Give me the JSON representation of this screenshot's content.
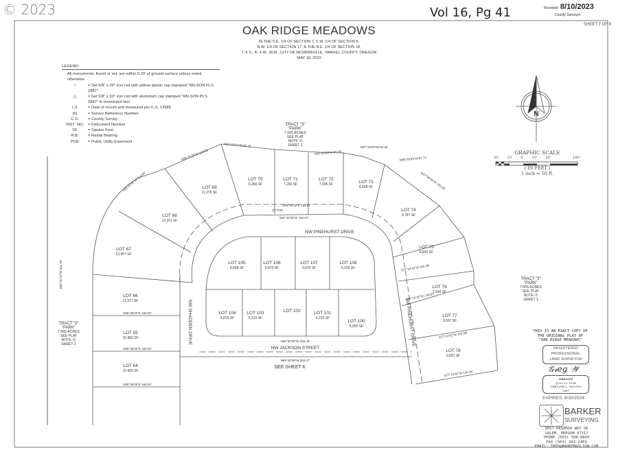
{
  "header": {
    "copyright": "© 2023",
    "volume_page": "Vol 16, Pg 41",
    "received_label": "Received",
    "received_date": "8/10/2023",
    "county_surveyor": "County Surveyor",
    "sheet": "SHEET 7 OF 9",
    "title": "OAK RIDGE MEADOWS",
    "subtitle_lines": [
      "IN THE S.E. 1/4 OF SECTION 7, S.W. 1/4 OF SECTION 8,",
      "N.W. 1/4 OF SECTION 17, & THE N.E. 1/4 OF SECTION 18,",
      "T. 4 S., R. 4 W., W.M., CITY OF MCMINNVILLE, YAMHILL COUNTY, OREGON",
      "MAY 18, 2023"
    ]
  },
  "legend": {
    "heading": "LEGEND:",
    "note": "All monuments, found or set, are within 0.20' of ground surface unless noted otherwise.",
    "items": [
      {
        "symbol": "○",
        "text": "= Set 5/8\" x 30\" iron rod with yellow plastic cap stamped \"WILSON PLS 2887\""
      },
      {
        "symbol": "△",
        "text": "= Set 5/8\" x 30\" iron rod with aluminum cap stamped \"WILSON PLS 2887\" in monument box"
      },
      {
        "symbol": "( )1",
        "text": "= Data of record and measured per C.S. 13585"
      },
      {
        "symbol": "[#]",
        "text": "= Survey Reference Number"
      },
      {
        "symbol": "C.S.",
        "text": "= County Survey"
      },
      {
        "symbol": "INST. NO.",
        "text": "= Instrument Number"
      },
      {
        "symbol": "SF",
        "text": "= Square Feet"
      },
      {
        "symbol": "R.B.",
        "text": "= Radial Bearing"
      },
      {
        "symbol": "PUE",
        "text": "= Public Utility Easement"
      }
    ]
  },
  "north_arrow": {
    "label": "N",
    "icon": "north-arrow-compass-icon"
  },
  "graphic_scale": {
    "title": "GRAPHIC SCALE",
    "ticks": [
      "50'",
      "25'",
      "0'",
      "25'",
      "50'",
      "100'"
    ],
    "units": "( IN FEET )",
    "ratio": "1 inch = 50 ft."
  },
  "lots": [
    {
      "name": "LOT 64",
      "area": "10,400 SF"
    },
    {
      "name": "LOT 65",
      "area": "10,400 SF"
    },
    {
      "name": "LOT 66",
      "area": "11,977 SF"
    },
    {
      "name": "LOT 67",
      "area": "13,907 SF"
    },
    {
      "name": "LOT 68",
      "area": "12,311 SF"
    },
    {
      "name": "LOT 69",
      "area": "11,276 SF"
    },
    {
      "name": "LOT 70",
      "area": "9,366 SF"
    },
    {
      "name": "LOT 71",
      "area": "7,292 SF"
    },
    {
      "name": "LOT 72",
      "area": "7,006 SF"
    },
    {
      "name": "LOT 73",
      "area": "8,608 SF"
    },
    {
      "name": "LOT 74",
      "area": "9,787 SF"
    },
    {
      "name": "LOT 75",
      "area": "8,836 SF"
    },
    {
      "name": "LOT 76",
      "area": "7,649 SF"
    },
    {
      "name": "LOT 77",
      "area": "9,507 SF"
    },
    {
      "name": "LOT 78",
      "area": "9,691 SF"
    },
    {
      "name": "LOT 105",
      "area": "6,908 SF"
    },
    {
      "name": "LOT 106",
      "area": "5,670 SF"
    },
    {
      "name": "LOT 107",
      "area": "5,670 SF"
    },
    {
      "name": "LOT 108",
      "area": "6,239 SF"
    },
    {
      "name": "LOT 104",
      "area": "5,815 SF"
    },
    {
      "name": "LOT 103",
      "area": "5,310 SF"
    },
    {
      "name": "LOT 102",
      "area": ""
    },
    {
      "name": "LOT 101",
      "area": "5,310 SF"
    },
    {
      "name": "LOT 100",
      "area": "6,096 SF"
    }
  ],
  "tract": {
    "lines": [
      "TRACT \"3\"",
      "\"PARK\"",
      "7.065 ACRES",
      "SEE PLAT",
      "NOTE ⑬",
      "SHEET 1"
    ]
  },
  "streets": {
    "pinehurst": "NW PINEHURST DRIVE",
    "jackson": "NW JACKSON STREET",
    "shadden": "NW SHADDEN DRIVE",
    "pinehurst_vertical": "NW PINEHURST DRIVE"
  },
  "bearings": [
    "N81°15'01\"W 94.36'",
    "S68°24'30\"W 110.33'",
    "S49°22'45\"W 114.84'",
    "N89°40'38\"W 160.67'",
    "S89°40'38\"E 166.87'",
    "N82°00'03\"W 65.56'",
    "N87°49'08\"W 55.46'",
    "N69°26'03\"W 54.72'",
    "N47°56'26\"W 132.05'",
    "S77°14'42\"W 155.39'",
    "S77°14'42\"W 139.93'",
    "S77°14'42\"W 152.58'",
    "S77°14'42\"W 145.58'",
    "N89°35'00\"E 160.00'",
    "N89°35'00\"E 160.00'",
    "N89°35'00\"E 160.00'",
    "N89°40'38\"W 292.40'",
    "N89°40'38\"W 383.47'",
    "N00°25'12\"W 942.29'",
    "10' PUE"
  ],
  "see_sheet": "SEE SHEET 6",
  "certification": {
    "copy_text": [
      "THIS IS AN EXACT COPY OF",
      "THE ORIGINAL PLAT OF",
      "\"OAK RIDGE MEADOWS\""
    ],
    "stamp_top": [
      "REGISTERED",
      "PROFESSIONAL",
      "LAND SURVEYOR"
    ],
    "stamp_bottom": [
      "OREGON",
      "JULY 13, 1994",
      "GREGORY L. WILSON",
      "2887"
    ],
    "signature": "Gregory Wilson",
    "expires": "EXPIRES: 6/30/2024"
  },
  "company": {
    "name_line1": "BARKER",
    "name_line2": "SURVEYING",
    "address": [
      "3657 KASHMIR WAY SE",
      "SALEM, OREGON 97317",
      "PHONE (503) 588-8800",
      "FAX (503) 363-2469",
      "EMAIL: INFO@BARKERWILSON.COM"
    ]
  }
}
